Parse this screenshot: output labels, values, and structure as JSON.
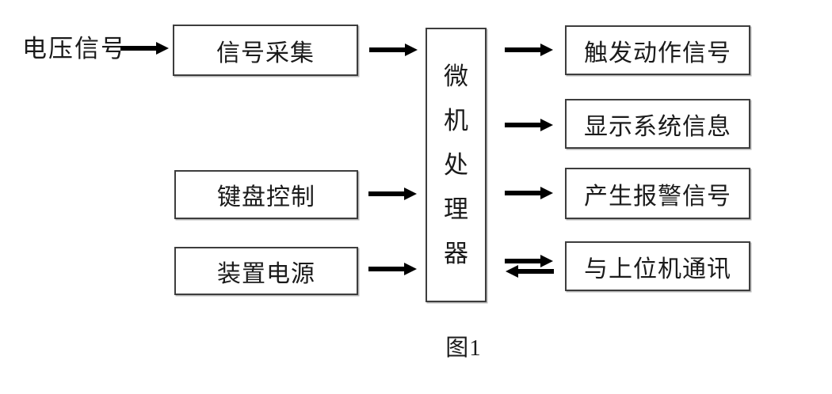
{
  "colors": {
    "bg": "#ffffff",
    "line": "#3d3d3d",
    "arrow-line": "#565656",
    "text": "#1b1b1b"
  },
  "diagram": {
    "input_label": "电压信号",
    "left_boxes": [
      {
        "label": "信号采集"
      },
      {
        "label": "键盘控制"
      },
      {
        "label": "装置电源"
      }
    ],
    "center_box": {
      "label": "微机处理器"
    },
    "right_boxes": [
      {
        "label": "触发动作信号"
      },
      {
        "label": "显示系统信息"
      },
      {
        "label": "产生报警信号"
      },
      {
        "label": "与上位机通讯"
      }
    ],
    "caption": "图1"
  }
}
